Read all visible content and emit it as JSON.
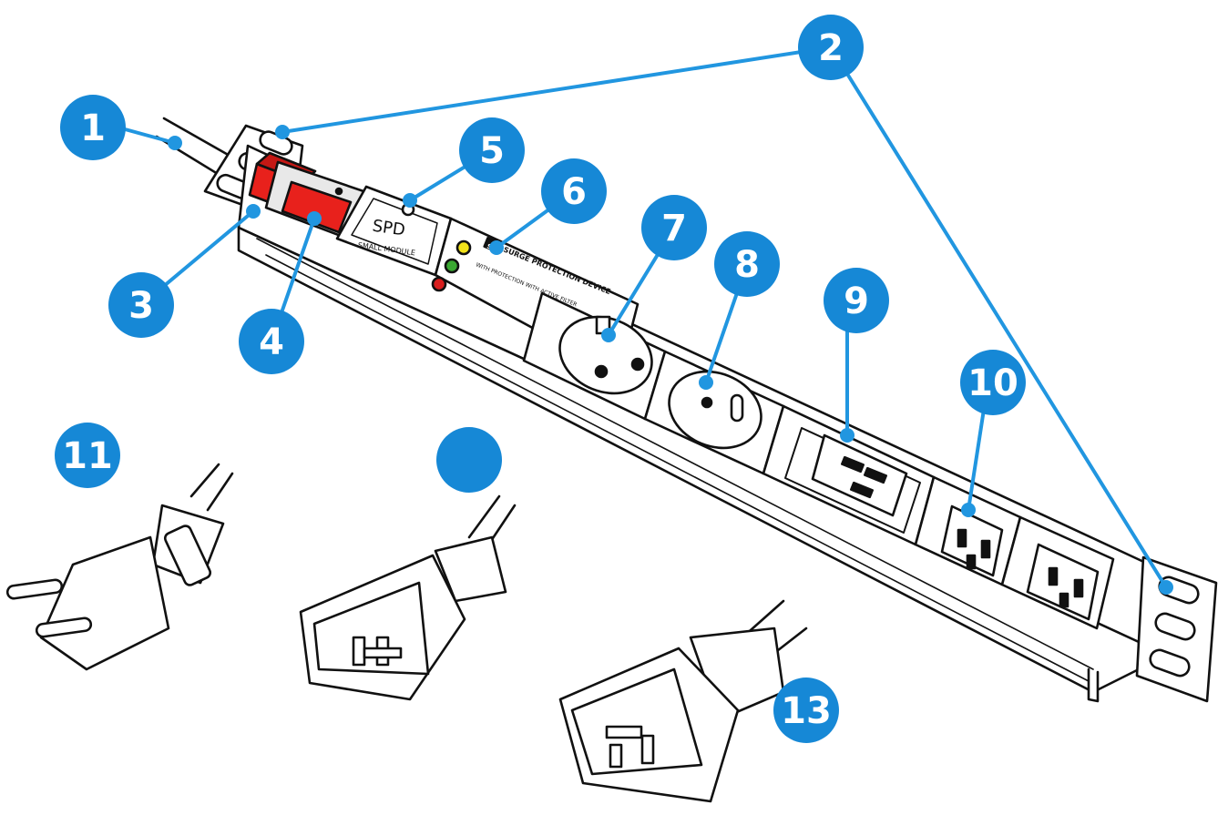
{
  "colors": {
    "callout": "#1688d6",
    "leader": "#2196e0",
    "outline": "#111111",
    "switch_red": "#e8211c",
    "led_yellow": "#f2e21a",
    "led_green": "#3aa832",
    "led_red": "#d81e1e",
    "body": "#ffffff"
  },
  "callouts": [
    {
      "id": "c1",
      "label": "1"
    },
    {
      "id": "c2",
      "label": "2"
    },
    {
      "id": "c3",
      "label": "3"
    },
    {
      "id": "c4",
      "label": "4"
    },
    {
      "id": "c5",
      "label": "5"
    },
    {
      "id": "c6",
      "label": "6"
    },
    {
      "id": "c7",
      "label": "7"
    },
    {
      "id": "c8",
      "label": "8"
    },
    {
      "id": "c9",
      "label": "9"
    },
    {
      "id": "c10",
      "label": "10"
    },
    {
      "id": "c11",
      "label": "11"
    },
    {
      "id": "c12",
      "label": ""
    },
    {
      "id": "c13",
      "label": "13"
    }
  ],
  "spd_module": {
    "label": "SPD",
    "sublabel": "SMALL MODULE"
  },
  "label_panel": {
    "title": "SURGE PROTECTION DEVICE",
    "badge": "SPD",
    "subtitle": "WITH PROTECTION WITH ACTIVE FILTER"
  }
}
